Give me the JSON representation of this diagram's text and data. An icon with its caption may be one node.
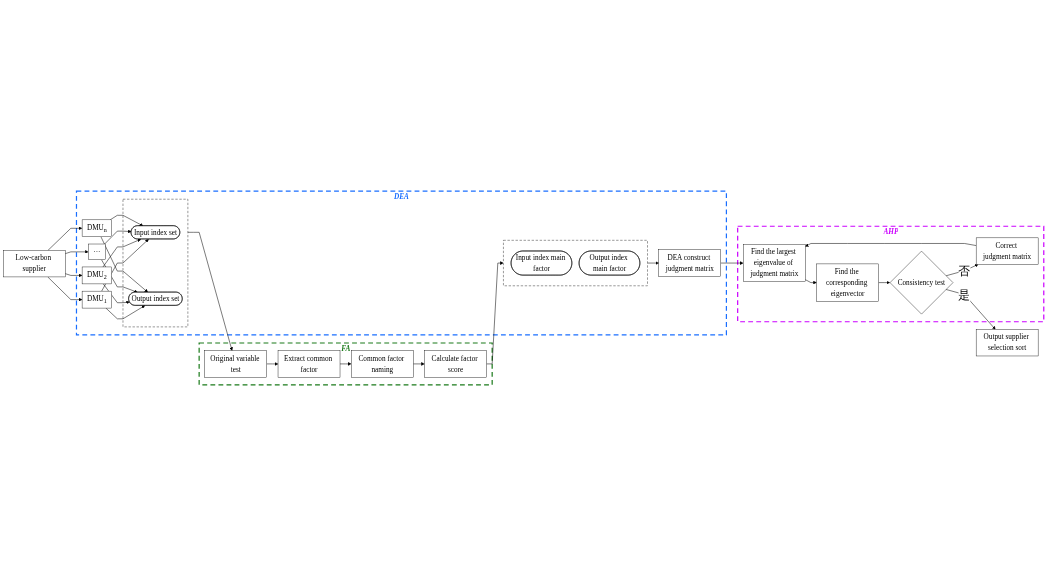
{
  "diagram": {
    "nodes": [
      {
        "text": [
          "Low-carbon supplier"
        ]
      },
      {
        "text": [
          "DEA"
        ]
      },
      {
        "text": [
          "DMU$_{1}$"
        ],
        "in": 1
      },
      {
        "text": [
          "DMU$_{2}$"
        ],
        "in": 1
      },
      {
        "text": [
          "···"
        ],
        "in": 1
      },
      {
        "text": [
          "DMU$_{n}$"
        ],
        "in": 1
      },
      {
        "text": [],
        "shape": "box",
        "in": 1
      },
      {
        "text": [
          "Input index set"
        ],
        "in": 6
      },
      {
        "text": [
          "Output index set"
        ],
        "in": 6
      },
      {
        "text": [],
        "shape": "box",
        "in": 1
      },
      {
        "text": [
          "Input index main factor"
        ],
        "in": 9
      },
      {
        "text": [
          "Output index main factor"
        ],
        "in": 9
      },
      {
        "text": [
          "DEA construct judgment matrix"
        ],
        "in": 1
      },
      {
        "text": [
          "FA"
        ]
      },
      {
        "text": [
          "Original variable test"
        ],
        "in": 13
      },
      {
        "text": [
          "Extract common factor"
        ],
        "in": 13
      },
      {
        "text": [
          "Common factor naming"
        ],
        "in": 13
      },
      {
        "text": [
          "Calculate factor score"
        ],
        "in": 13
      },
      {
        "text": [
          "AHP"
        ]
      },
      {
        "text": [
          "Correct judgment matrix"
        ],
        "in": 18
      },
      {
        "text": [
          "Find the largest eigenvalue of judgment matrix"
        ],
        "in": 18
      },
      {
        "text": [
          "Find the corresponding eigenvector"
        ],
        "in": 18
      },
      {
        "text": [
          "Consistency test"
        ],
        "in": 18
      },
      {
        "text": [
          "Output supplier selection sort"
        ]
      }
    ],
    "edges": [
      {
        "from": 0,
        "to": 2,
        "arrow": "to"
      },
      {
        "from": 0,
        "to": 3,
        "arrow": "to"
      },
      {
        "from": 0,
        "to": 4,
        "arrow": "to"
      },
      {
        "from": 0,
        "to": 5,
        "arrow": "to"
      },
      {
        "from": 2,
        "to": 7,
        "arrow": "to"
      },
      {
        "from": 2,
        "to": 8,
        "arrow": "to"
      },
      {
        "from": 3,
        "to": 7,
        "arrow": "to"
      },
      {
        "from": 3,
        "to": 8,
        "arrow": "to"
      },
      {
        "from": 4,
        "to": 7,
        "arrow": "to"
      },
      {
        "from": 4,
        "to": 8,
        "arrow": "to"
      },
      {
        "from": 5,
        "to": 7,
        "arrow": "to"
      },
      {
        "from": 5,
        "to": 8,
        "arrow": "to"
      },
      {
        "from": 6,
        "to": 14,
        "arrow": "to"
      },
      {
        "from": 14,
        "to": 15,
        "arrow": "to"
      },
      {
        "from": 15,
        "to": 16,
        "arrow": "to"
      },
      {
        "from": 16,
        "to": 17,
        "arrow": "to"
      },
      {
        "from": 17,
        "to": 9,
        "arrow": "to"
      },
      {
        "from": 9,
        "to": 12,
        "arrow": "to"
      },
      {
        "from": 12,
        "to": 20,
        "arrow": "to"
      },
      {
        "from": 19,
        "to": 20,
        "arrow": "to"
      },
      {
        "from": 20,
        "to": 21,
        "arrow": "to"
      },
      {
        "from": 21,
        "to": 22,
        "arrow": "to"
      },
      {
        "from": 22,
        "to": 19,
        "label": "否",
        "arrow": "to"
      },
      {
        "from": 22,
        "to": 23,
        "label": "是",
        "arrow": "to"
      }
    ]
  }
}
